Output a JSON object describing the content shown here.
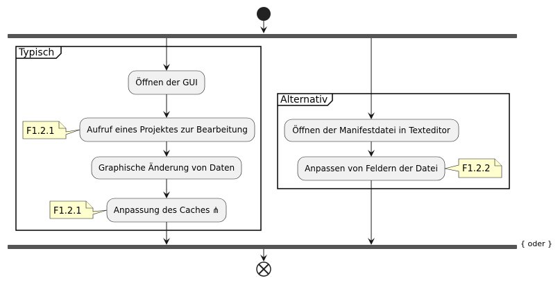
{
  "partitions": {
    "typical": "Typisch",
    "alternative": "Alternativ"
  },
  "typical_actions": {
    "open_gui": "Öffnen der GUI",
    "open_project": "Aufruf eines Projektes zur Bearbeitung",
    "graphic_change": "Graphische Änderung von Daten",
    "update_cache": "Anpassung des Caches ⋔"
  },
  "alternative_actions": {
    "open_manifest": "Öffnen der Manifestdatei in Texteditor",
    "edit_fields": "Anpassen von Feldern der Datei"
  },
  "notes": {
    "note_project": "F1.2.1",
    "note_cache": "F1.2.1",
    "note_fields": "F1.2.2"
  },
  "join_label": "{ oder }",
  "colors": {
    "action_fill": "#f1f1f1",
    "note_fill": "#fefece",
    "fork_bar": "#555555",
    "line": "#181818"
  }
}
